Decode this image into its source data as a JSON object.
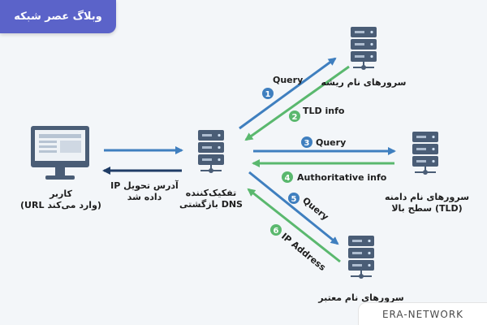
{
  "badge": {
    "text": "وبلاگ عصر شبکه"
  },
  "watermark": {
    "text": "ERA-NETWORK"
  },
  "colors": {
    "blue_arrow": "#3f7fbf",
    "green_arrow": "#5ab86e",
    "badge": "#5b63c9",
    "server": "#4a5d76"
  },
  "nodes": {
    "user": {
      "line1": "کاربر",
      "line2": "(URL وارد می‌کند)"
    },
    "resolver": {
      "line1": "تفکیک‌کننده",
      "line2": "بازگشتی DNS"
    },
    "root": {
      "label": "سرورهای نام ریشه"
    },
    "tld": {
      "line1": "سرورهای نام دامنه",
      "line2": "سطح بالا (TLD)"
    },
    "auth": {
      "label": "سرورهای نام معتبر"
    }
  },
  "reply_to_user": {
    "line1": "IP آدرس تحویل",
    "line2": "داده شد"
  },
  "steps": [
    {
      "num": "1",
      "text": "Query"
    },
    {
      "num": "2",
      "text": "TLD info"
    },
    {
      "num": "3",
      "text": "Query"
    },
    {
      "num": "4",
      "text": "Authoritative info"
    },
    {
      "num": "5",
      "text": "Query"
    },
    {
      "num": "6",
      "text": "IP Address"
    }
  ]
}
